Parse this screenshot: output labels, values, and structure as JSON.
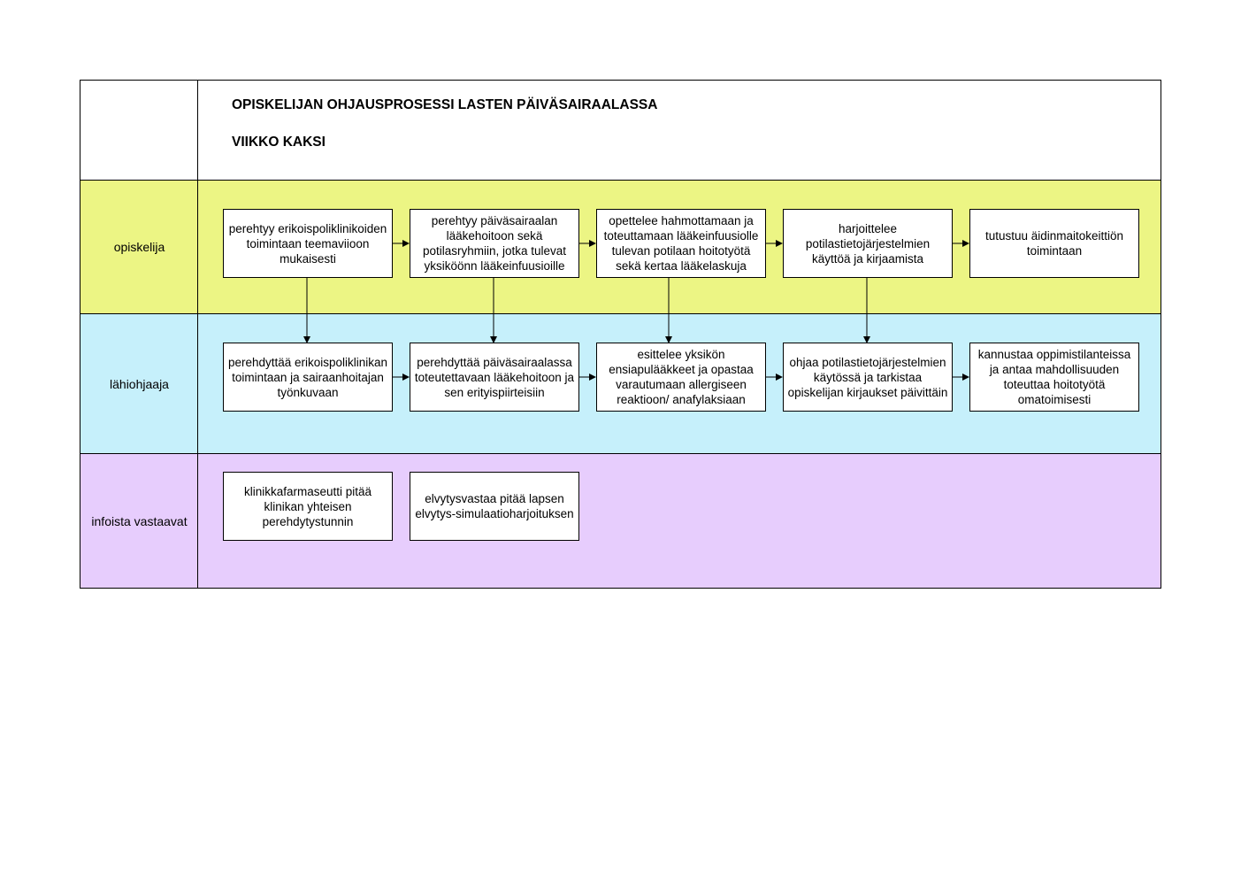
{
  "header": {
    "title": "OPISKELIJAN OHJAUSPROSESSI LASTEN PÄIVÄSAIRAALASSA",
    "subtitle": "VIIKKO KAKSI"
  },
  "colors": {
    "lane_opiskelija": "#ecf584",
    "lane_lahiohjaaja": "#c6f0fb",
    "lane_infoista": "#e7cdfd",
    "border": "#000000"
  },
  "lanes": [
    {
      "label": "opiskelija",
      "boxes": [
        "perehtyy erikoispoliklinikoiden toimintaan teemaviioon mukaisesti",
        "perehtyy päiväsairaalan lääkehoitoon sekä potilasryhmiin, jotka tulevat yksiköönn lääkeinfuusioille",
        "opettelee hahmottamaan ja toteuttamaan lääkeinfuusiolle tulevan potilaan hoitotyötä sekä kertaa lääkelaskuja",
        "harjoittelee potilastietojärjestelmien käyttöä ja kirjaamista",
        "tutustuu äidinmaitokeittiön toimintaan"
      ]
    },
    {
      "label": "lähiohjaaja",
      "boxes": [
        "perehdyttää erikoispoliklinikan toimintaan ja sairaanhoitajan työnkuvaan",
        "perehdyttää päiväsairaalassa toteutettavaan lääkehoitoon ja sen erityispiirteisiin",
        "esittelee yksikön ensiapulääkkeet ja opastaa varautumaan allergiseen reaktioon/ anafylaksiaan",
        "ohjaa potilastietojärjestelmien käytössä ja tarkistaa opiskelijan kirjaukset päivittäin",
        "kannustaa oppimistilanteissa ja antaa mahdollisuuden toteuttaa hoitotyötä omatoimisesti"
      ]
    },
    {
      "label": "infoista vastaavat",
      "boxes": [
        "klinikkafarmaseutti pitää klinikan yhteisen perehdytystunnin",
        "elvytysvastaa pitää lapsen elvytys-simulaatioharjoituksen"
      ]
    }
  ]
}
